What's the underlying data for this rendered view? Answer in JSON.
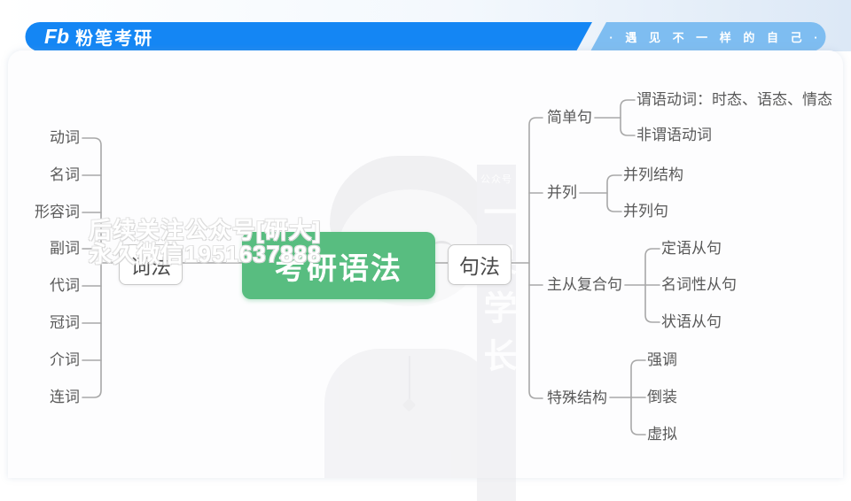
{
  "header": {
    "logo_mark": "Fb",
    "logo_text": "粉笔考研",
    "slogan": "·  遇 见 不 一 样 的 自 己  ·",
    "bar_color": "#1486f4",
    "slogan_bar_color": "#7ebdf1"
  },
  "mindmap": {
    "root": "考研语法",
    "root_color": "#58bd80",
    "left_branch": {
      "label": "词法",
      "items": [
        "动词",
        "名词",
        "形容词",
        "副词",
        "代词",
        "冠词",
        "介词",
        "连词"
      ]
    },
    "right_branch": {
      "label": "句法",
      "groups": [
        {
          "label": "简单句",
          "children": [
            "谓语动词：时态、语态、情态",
            "非谓语动词"
          ]
        },
        {
          "label": "并列",
          "children": [
            "并列结构",
            "并列句"
          ]
        },
        {
          "label": "主从复合句",
          "children": [
            "定语从句",
            "名词性从句",
            "状语从句"
          ]
        },
        {
          "label": "特殊结构",
          "children": [
            "强调",
            "倒装",
            "虚拟"
          ]
        }
      ]
    }
  },
  "watermark": {
    "line1": "后续关注公众号[研大]",
    "line2": "永久微信1951637888",
    "strip_header": "公众号",
    "strip_name": "一果学长"
  }
}
